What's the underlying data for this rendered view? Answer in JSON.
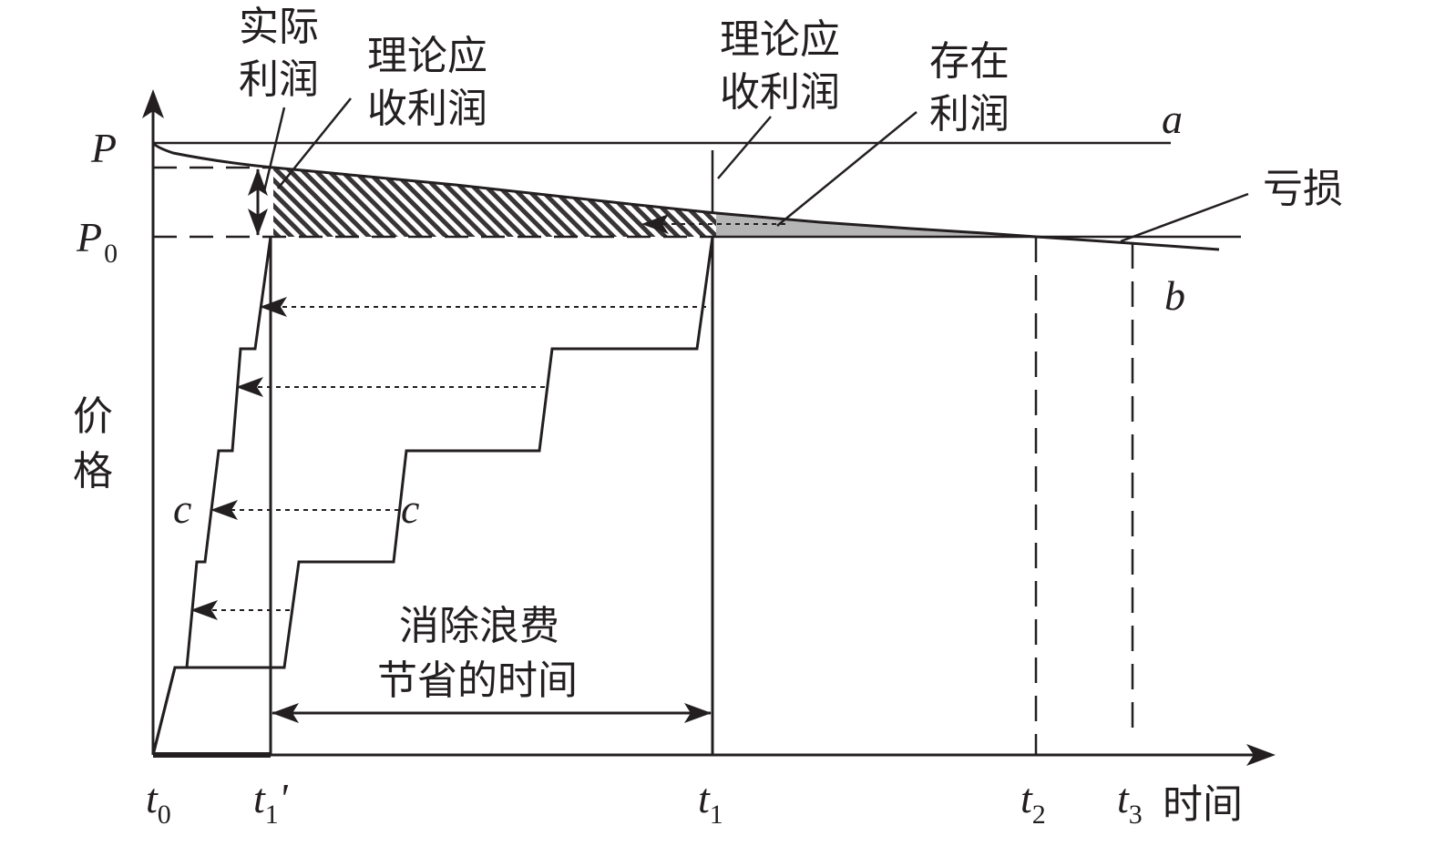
{
  "axes": {
    "y_label_chars": [
      "价",
      "格"
    ],
    "x_label": "时间",
    "P": "P",
    "P0_main": "P",
    "P0_sub": "0"
  },
  "time_marks": [
    {
      "main": "t",
      "sub": "0",
      "suffix": ""
    },
    {
      "main": "t",
      "sub": "1",
      "suffix": "'"
    },
    {
      "main": "t",
      "sub": "1",
      "suffix": ""
    },
    {
      "main": "t",
      "sub": "2",
      "suffix": ""
    },
    {
      "main": "t",
      "sub": "3",
      "suffix": ""
    }
  ],
  "curve_labels": {
    "a": "a",
    "b": "b",
    "c_left": "c",
    "c_right": "c"
  },
  "annotations": {
    "actual_profit": [
      "实际",
      "利润"
    ],
    "theoretical_profit_left": [
      "理论应",
      "收利润"
    ],
    "theoretical_profit_right": [
      "理论应",
      "收利润"
    ],
    "existing_profit": [
      "存在",
      "利润"
    ],
    "loss": "亏损",
    "saved_time": [
      "消除浪费",
      "节省的时间"
    ]
  },
  "colors": {
    "ink": "#231f20",
    "hatch": "#231f20",
    "existing_profit_fill": "#b5b5b5"
  }
}
